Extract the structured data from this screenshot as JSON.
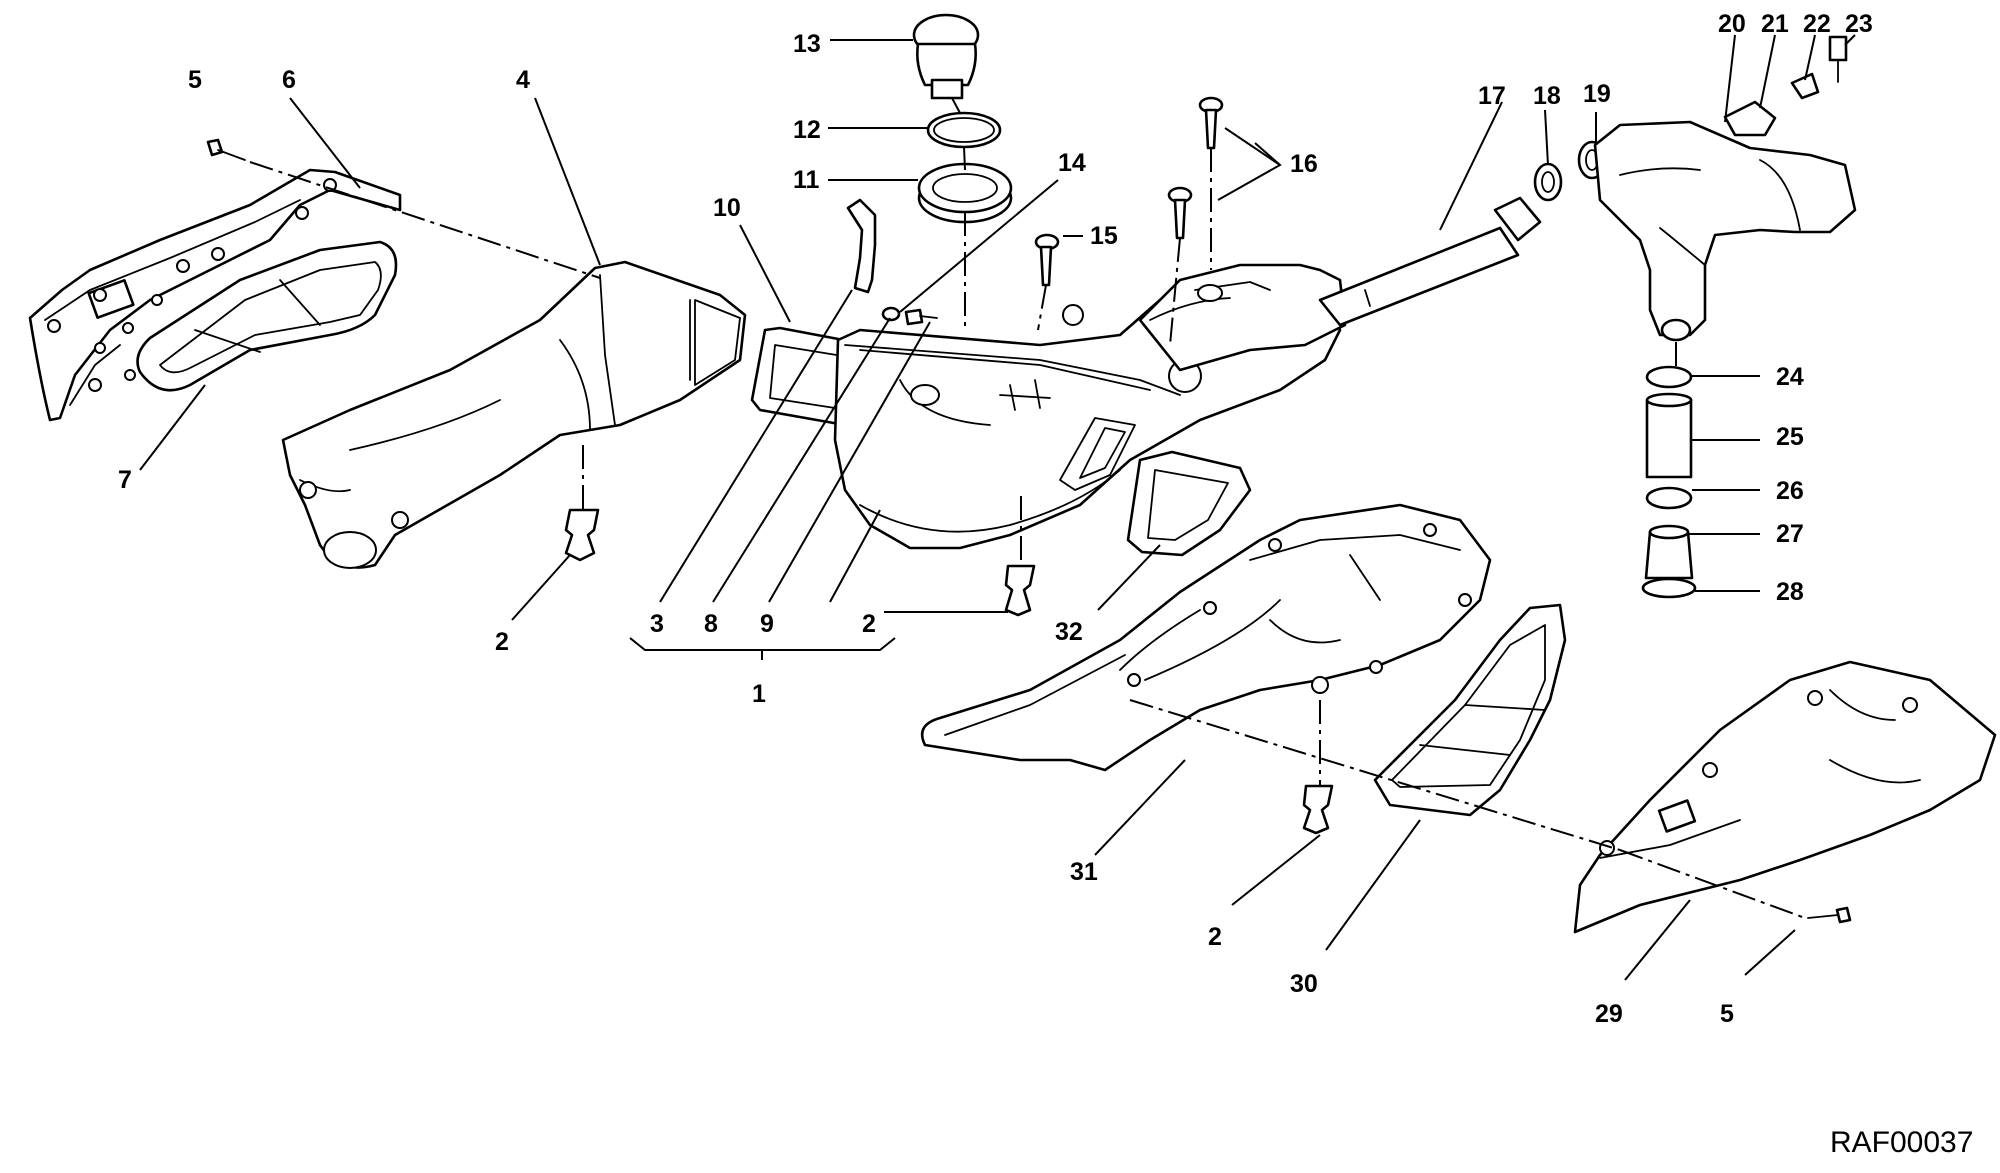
{
  "diagram": {
    "reference_code": "RAF00037",
    "callouts": {
      "c1": "1",
      "c2": "2",
      "c3": "3",
      "c4": "4",
      "c5": "5",
      "c6": "6",
      "c7": "7",
      "c8": "8",
      "c9": "9",
      "c10": "10",
      "c11": "11",
      "c12": "12",
      "c13": "13",
      "c14": "14",
      "c15": "15",
      "c16": "16",
      "c17": "17",
      "c18": "18",
      "c19": "19",
      "c20": "20",
      "c21": "21",
      "c22": "22",
      "c23": "23",
      "c24": "24",
      "c25": "25",
      "c26": "26",
      "c27": "27",
      "c28": "28",
      "c29": "29",
      "c30": "30",
      "c31": "31",
      "c32": "32"
    }
  }
}
